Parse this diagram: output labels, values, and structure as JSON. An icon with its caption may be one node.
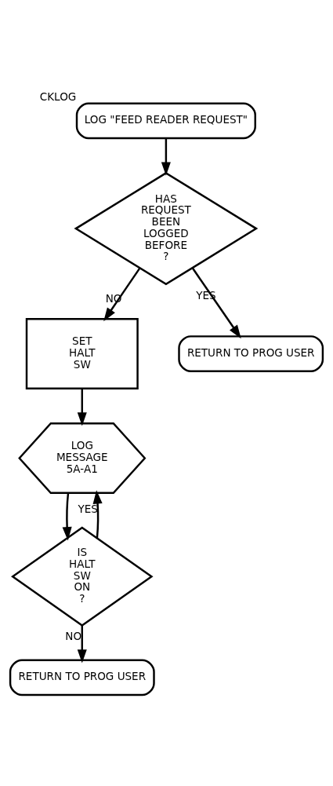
{
  "diagram": {
    "nodes": [
      {
        "text": [
          "LOG \"FEED READER REQUEST\""
        ],
        "beside": [
          "CKLOG"
        ]
      },
      {
        "text": [
          "HAS REQUEST BEEN LOGGED BEFORE ?"
        ]
      },
      {
        "text": [
          "SET HALT SW"
        ]
      },
      {
        "text": [
          "RETURN TO PROG USER"
        ]
      },
      {
        "text": [
          "LOG MESSAGE 5A-A1"
        ]
      },
      {
        "text": [
          "IS HALT SW ON ?"
        ]
      },
      {
        "text": [
          "RETURN TO PROG USER"
        ]
      }
    ],
    "edges": [
      {
        "from": 0,
        "to": 1,
        "arrow": "to"
      },
      {
        "from": 1,
        "to": 3,
        "arrow": "to",
        "label": "YES"
      },
      {
        "from": 1,
        "to": 2,
        "arrow": "to",
        "label": "NO"
      },
      {
        "from": 2,
        "to": 4,
        "arrow": "to"
      },
      {
        "from": 4,
        "to": 5,
        "arrow": "to"
      },
      {
        "from": 5,
        "to": 4,
        "arrow": "to",
        "label": "YES"
      },
      {
        "from": 5,
        "to": 6,
        "arrow": "to",
        "label": "NO"
      }
    ]
  }
}
